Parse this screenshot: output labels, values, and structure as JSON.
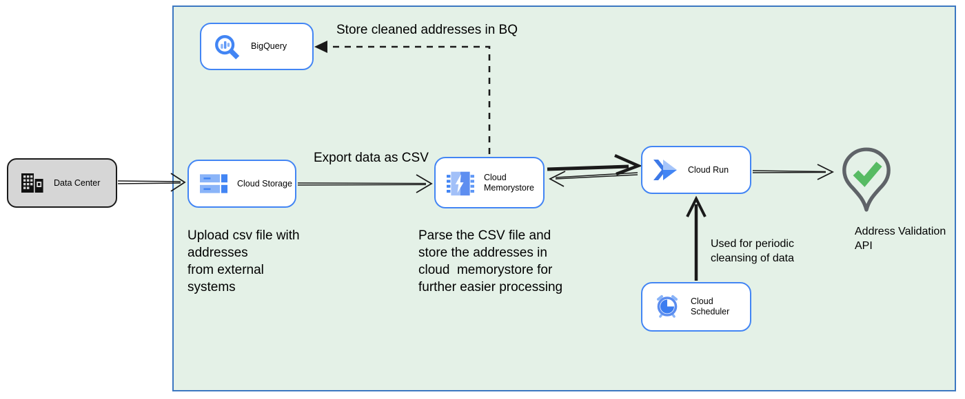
{
  "diagram": {
    "nodes": {
      "data_center": {
        "label": "Data Center"
      },
      "big_query": {
        "label": "BigQuery"
      },
      "cloud_storage": {
        "label": "Cloud Storage"
      },
      "cloud_memorystore": {
        "label": "Cloud\nMemorystore"
      },
      "cloud_run": {
        "label": "Cloud Run"
      },
      "cloud_scheduler": {
        "label": "Cloud Scheduler"
      },
      "address_validation_api": {
        "label": "Address Validation\nAPI"
      }
    },
    "edge_labels": {
      "store_bq": "Store cleaned addresses in BQ",
      "export_csv": "Export data as CSV",
      "periodic": "Used for periodic\ncleansing of data"
    },
    "notes": {
      "upload": "Upload csv file with\naddresses\nfrom external\nsystems",
      "parse": "Parse the CSV file and\nstore the addresses in\ncloud  memorystore for\nfurther easier processing"
    },
    "colors": {
      "boundary_fill": "#e4f1e7",
      "boundary_border": "#3b77c1",
      "node_border": "#4285f4",
      "datacenter_fill": "#d6d6d6",
      "arrow_black": "#1a1a1a",
      "pin_outline": "#5f6368",
      "check_green": "#57bb63",
      "icon_blue": "#4285f4",
      "icon_mid_blue": "#5e97f6",
      "icon_light_blue": "#8ab4f8"
    }
  }
}
